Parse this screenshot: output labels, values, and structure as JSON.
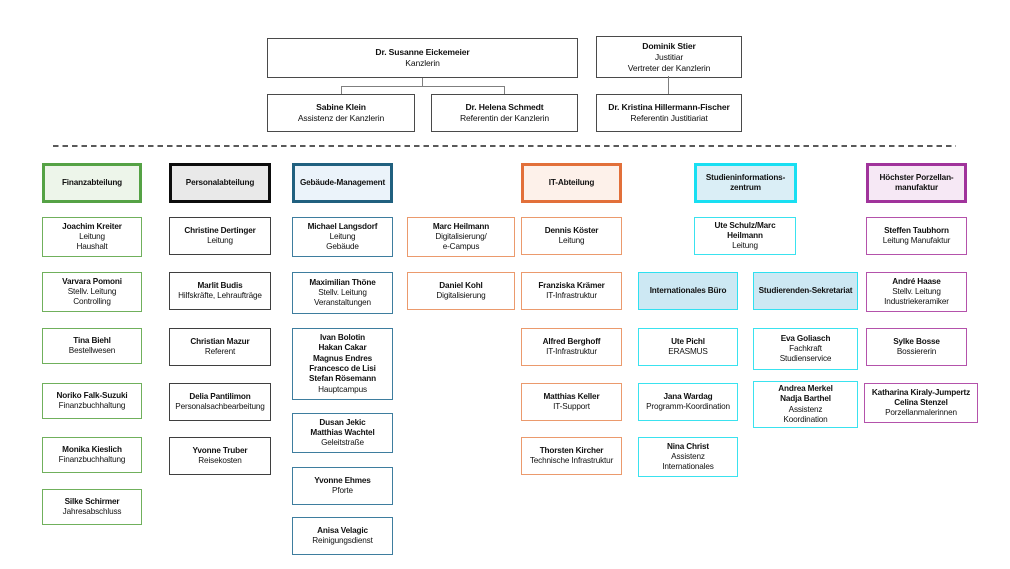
{
  "leadership": {
    "chancellor": {
      "name": "Dr. Susanne Eickemeier",
      "role": "Kanzlerin"
    },
    "legal_counsel": {
      "name": "Dominik Stier",
      "role": "Justitiar\nVertreter der Kanzlerin"
    },
    "assistant": {
      "name": "Sabine Klein",
      "role": "Assistenz der Kanzlerin"
    },
    "chancellor_advisor": {
      "name": "Dr. Helena Schmedt",
      "role": "Referentin der Kanzlerin"
    },
    "legal_advisor": {
      "name": "Dr. Kristina Hillermann-Fischer",
      "role": "Referentin Justitiariat"
    }
  },
  "digital_team": {
    "members": [
      {
        "name": "Marc Heilmann",
        "role": "Digitalisierung/\ne-Campus"
      },
      {
        "name": "Daniel Kohl",
        "role": "Digitalisierung"
      }
    ]
  },
  "departments": [
    {
      "title": "Finanzabteilung",
      "accent": "#55a245",
      "members": [
        {
          "name": "Joachim Kreiter",
          "role": "Leitung\nHaushalt"
        },
        {
          "name": "Varvara Pomoni",
          "role": "Stellv. Leitung\nControlling"
        },
        {
          "name": "Tina Biehl",
          "role": "Bestellwesen"
        },
        {
          "name": "Noriko Falk-Suzuki",
          "role": "Finanzbuchhaltung"
        },
        {
          "name": "Monika Kieslich",
          "role": "Finanzbuchhaltung"
        },
        {
          "name": "Silke Schirmer",
          "role": "Jahresabschluss"
        }
      ]
    },
    {
      "title": "Personalabteilung",
      "accent": "#0d0d0d",
      "members": [
        {
          "name": "Christine Dertinger",
          "role": "Leitung"
        },
        {
          "name": "Marlit Budis",
          "role": "Hilfskräfte, Lehraufträge"
        },
        {
          "name": "Christian Mazur",
          "role": "Referent"
        },
        {
          "name": "Delia Pantilimon",
          "role": "Personalsachbearbeitung"
        },
        {
          "name": "Yvonne Truber",
          "role": "Reisekosten"
        }
      ]
    },
    {
      "title": "Gebäude-Management",
      "accent": "#20607f",
      "members": [
        {
          "name": "Michael Langsdorf",
          "role": "Leitung\nGebäude"
        },
        {
          "name": "Maximilian Thöne",
          "role": "Stellv. Leitung\nVeranstaltungen"
        },
        {
          "name": "Ivan Bolotin\nHakan Cakar\nMagnus Endres\nFrancesco de Lisi\nStefan Rösemann",
          "role": "Hauptcampus"
        },
        {
          "name": "Dusan Jekic\nMatthias Wachtel",
          "role": "Geleitstraße"
        },
        {
          "name": "Yvonne Ehmes",
          "role": "Pforte"
        },
        {
          "name": "Anisa Velagic",
          "role": "Reinigungsdienst"
        }
      ]
    },
    {
      "title": "IT-Abteilung",
      "accent": "#e2703a",
      "members": [
        {
          "name": "Dennis Köster",
          "role": "Leitung"
        },
        {
          "name": "Franziska Krämer",
          "role": "IT-Infrastruktur"
        },
        {
          "name": "Alfred Berghoff",
          "role": "IT-Infrastruktur"
        },
        {
          "name": "Matthias Keller",
          "role": "IT-Support"
        },
        {
          "name": "Thorsten Kircher",
          "role": "Technische Infrastruktur"
        }
      ]
    },
    {
      "title": "Studieninformations-\nzentrum",
      "accent": "#18dff2",
      "leader": {
        "name": "Ute Schulz/Marc Heilmann",
        "role": "Leitung"
      },
      "subunits": [
        {
          "title": "Internationales Büro",
          "members": [
            {
              "name": "Ute Pichl",
              "role": "ERASMUS"
            },
            {
              "name": "Jana Wardag",
              "role": "Programm-Koordination"
            },
            {
              "name": "Nina Christ",
              "role": "Assistenz\nInternationales"
            }
          ]
        },
        {
          "title": "Studierenden-Sekretariat",
          "members": [
            {
              "name": "Eva Goliasch",
              "role": "Fachkraft\nStudienservice"
            },
            {
              "name": "Andrea Merkel\nNadja Barthel",
              "role": "Assistenz\nKoordination"
            }
          ]
        }
      ]
    },
    {
      "title": "Höchster Porzellan-\nmanufaktur",
      "accent": "#a0339b",
      "members": [
        {
          "name": "Steffen Taubhorn",
          "role": "Leitung Manufaktur"
        },
        {
          "name": "André Haase",
          "role": "Stellv. Leitung\nIndustriekeramiker"
        },
        {
          "name": "Sylke Bosse",
          "role": "Bossiererin"
        },
        {
          "name": "Katharina Kiraly-Jumpertz\nCelina Stenzel",
          "role": "Porzellanmalerinnen"
        }
      ]
    }
  ]
}
